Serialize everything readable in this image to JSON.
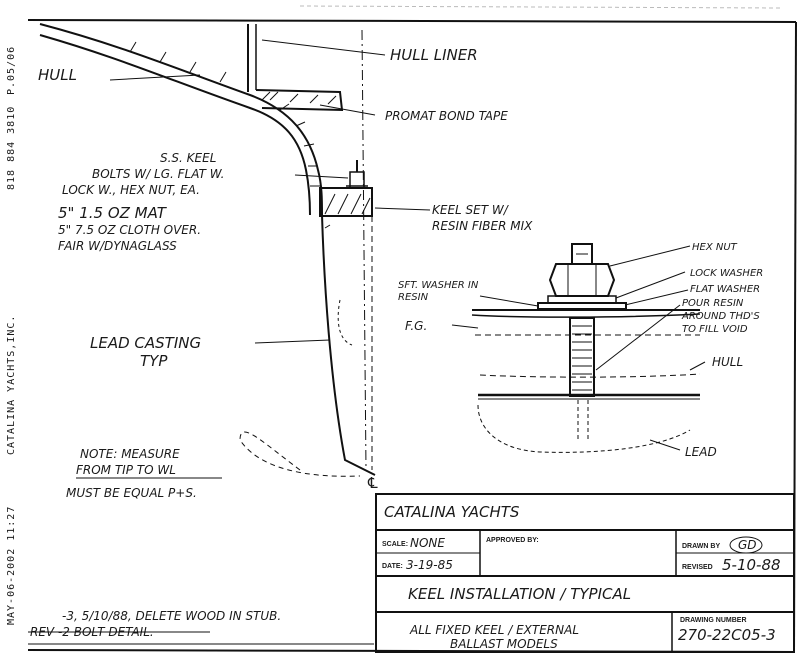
{
  "fax_margin": {
    "date_time": "MAY-06-2002 11:27",
    "company": "CATALINA YACHTS,INC.",
    "phone": "818 884 3810",
    "page": "P.05/06"
  },
  "callouts": {
    "hull_liner": "HULL LINER",
    "hull_top": "HULL",
    "promat": "PROMAT BOND TAPE",
    "bolts_1": "S.S. KEEL",
    "bolts_2": "BOLTS W/ LG. FLAT W.",
    "bolts_3": "LOCK W., HEX NUT, EA.",
    "mat_1": "5\" 1.5 OZ MAT",
    "mat_2": "5\" 7.5 OZ CLOTH OVER.",
    "mat_3": "FAIR W/DYNAGLASS",
    "keel_set_1": "KEEL SET W/",
    "keel_set_2": "RESIN FIBER MIX",
    "lead_casting_1": "LEAD CASTING",
    "lead_casting_2": "TYP",
    "note_1": "NOTE: MEASURE",
    "note_2": "FROM TIP TO WL",
    "note_3": "MUST BE EQUAL P+S.",
    "cl": "℄"
  },
  "detail": {
    "hex_nut": "HEX NUT",
    "lock_washer": "LOCK WASHER",
    "flat_washer": "FLAT WASHER",
    "pour_resin_1": "POUR RESIN",
    "pour_resin_2": "AROUND THD'S",
    "pour_resin_3": "TO FILL VOID",
    "sft_washer_1": "SFT. WASHER IN",
    "sft_washer_2": "RESIN",
    "fg": "F.G.",
    "hull": "HULL",
    "lead": "LEAD"
  },
  "revisions": {
    "rev3": "-3, 5/10/88, DELETE WOOD IN STUB.",
    "rev2": "REV -2 BOLT DETAIL."
  },
  "title_block": {
    "company": "CATALINA YACHTS",
    "scale_caption": "SCALE:",
    "scale_value": "NONE",
    "approved_caption": "APPROVED BY:",
    "drawn_caption": "DRAWN BY",
    "drawn_value": "GD",
    "date_caption": "DATE:",
    "date_value": "3-19-85",
    "revised_caption": "REVISED",
    "revised_value": "5-10-88",
    "title": "KEEL INSTALLATION / TYPICAL",
    "subtitle_1": "ALL FIXED KEEL / EXTERNAL",
    "subtitle_2": "BALLAST MODELS",
    "drawing_number_caption": "DRAWING NUMBER",
    "drawing_number": "270-22C05-3"
  }
}
